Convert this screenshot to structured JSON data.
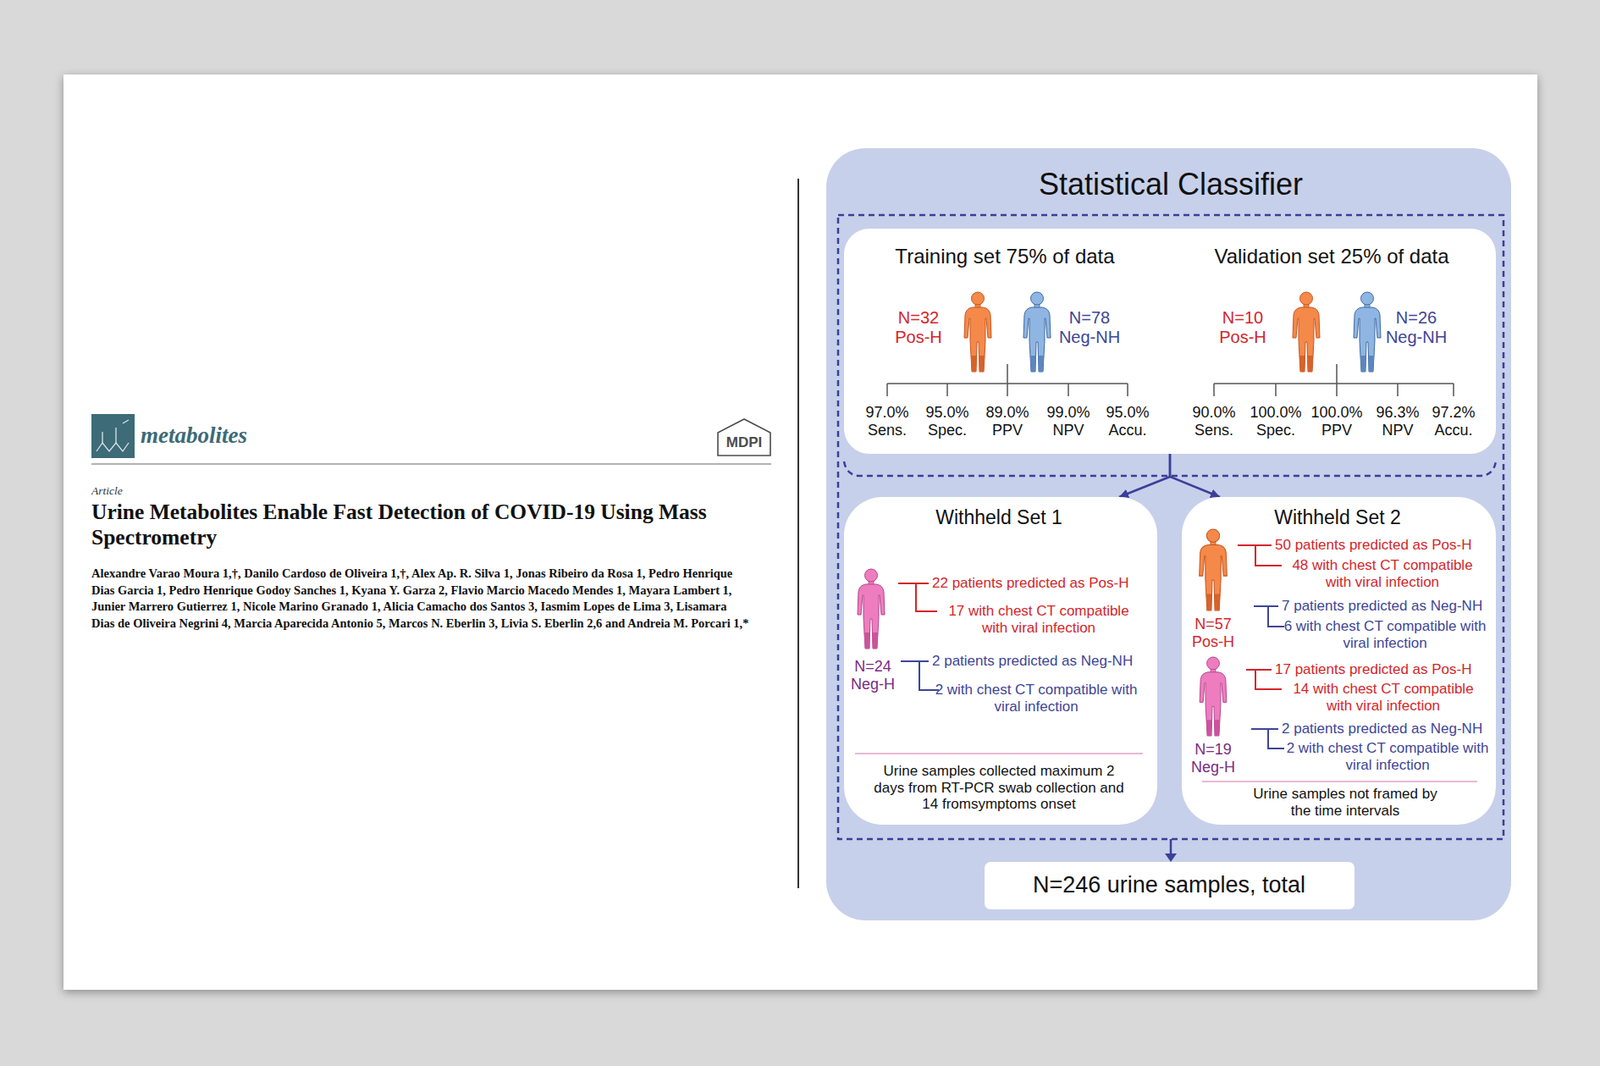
{
  "diagram": {
    "nodes": [
      {
        "text": [
          "Statistical Classifier"
        ]
      },
      {
        "text": [
          "Training set 75% of data",
          "N=32 Pos-H",
          "N=78 Neg-NH",
          "97.0% Sens.",
          "95.0% Spec.",
          "89.0% PPV",
          "99.0% NPV",
          "95.0% Accu.",
          "Validation set 25% of data",
          "N=10 Pos-H",
          "N=26 Neg-NH",
          "90.0% Sens.",
          "100.0% Spec.",
          "100.0% PPV",
          "96.3% NPV",
          "97.2% Accu."
        ],
        "in": 0
      },
      {
        "text": [
          "Withheld Set 1",
          "22 patients predicted as Pos-H",
          "17 with chest CT compatible with viral infection",
          "N=24 Neg-H",
          "2 patients predicted as Neg-NH",
          "2 with chest CT compatible with viral infection",
          "Urine samples collected maximum 2 days from RT-PCR swab collection and 14 fromsymptoms onset"
        ],
        "in": 0
      },
      {
        "text": [
          "Withheld Set 2",
          "50 patients predicted as Pos-H",
          "48 with chest CT compatible with viral infection",
          "N=57 Pos-H",
          "7 patients predicted as Neg-NH",
          "6 with chest CT compatible with viral infection",
          "17 patients predicted as Pos-H",
          "14 with chest CT compatible with viral infection",
          "N=19 Neg-H",
          "2 patients predicted as Neg-NH",
          "2 with chest CT compatible with viral infection",
          "Urine samples not framed by the time intervals"
        ],
        "in": 0
      },
      {
        "text": [
          "N=246 urine samples, total"
        ],
        "in": 0
      }
    ],
    "edges": [
      {
        "from": 1,
        "to": 2,
        "arrow": "to"
      },
      {
        "from": 1,
        "to": 3,
        "arrow": "to"
      }
    ],
    "labels": [
      "metabolites",
      "MDPI",
      "Article",
      "Urine Metabolites Enable Fast Detection of COVID-19 Using Mass Spectrometry",
      "Alexandre Varao Moura 1,†, Danilo Cardoso de Oliveira 1,†, Alex Ap. R. Silva 1, Jonas Ribeiro da Rosa 1, Pedro Henrique Dias Garcia 1, Pedro Henrique Godoy Sanches 1, Kyana Y. Garza 2, Flavio Marcio Macedo Mendes 1, Mayara Lambert 1, Junier Marrero Gutierrez 1, Nicole Marino Granado 1, Alicia Camacho dos Santos 3, Iasmim Lopes de Lima 3, Lisamara Dias de Oliveira Negrini 4, Marcia Aparecida Antonio 5, Marcos N. Eberlin 3, Livia S. Eberlin 2,6 and Andreia M. Porcari 1,*"
    ]
  }
}
